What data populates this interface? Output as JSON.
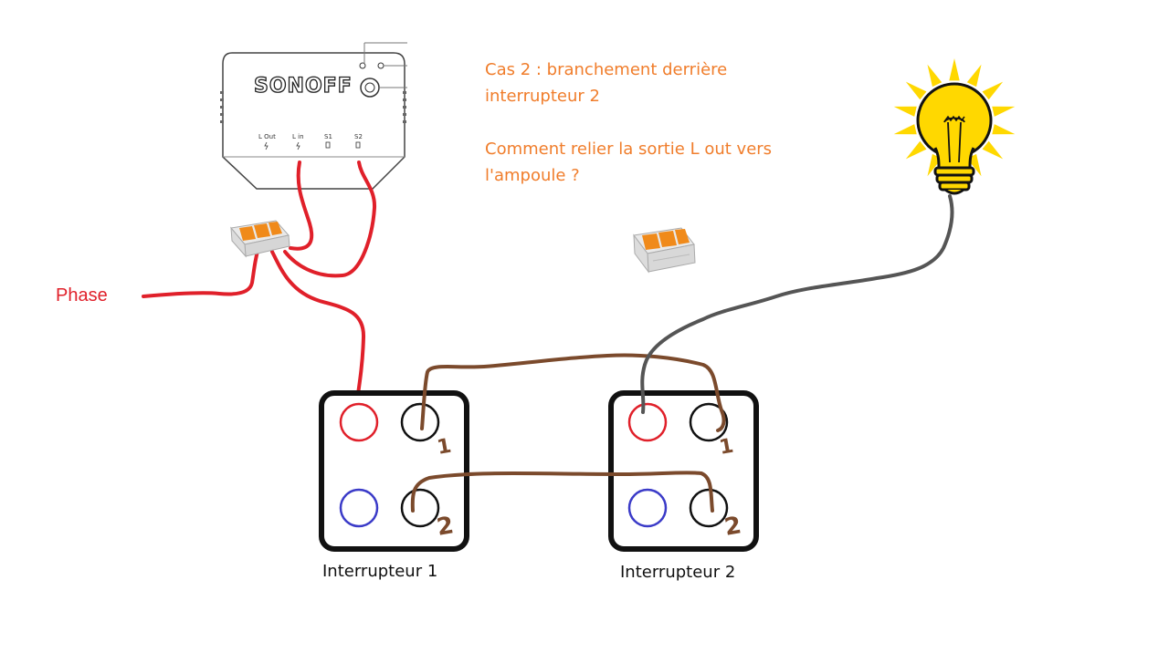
{
  "notes": {
    "line1": "Cas 2 : branchement derrière",
    "line2": "interrupteur 2",
    "line3": "Comment relier la sortie L out vers",
    "line4": "l'ampoule ?"
  },
  "labels": {
    "phase": "Phase",
    "switch1": "Interrupteur 1",
    "switch2": "Interrupteur 2",
    "terminal1": "1",
    "terminal2": "2"
  },
  "sonoff": {
    "logo": "SONOFF",
    "terminals": [
      "L Out",
      "L in",
      "S1",
      "S2"
    ]
  },
  "colors": {
    "note": "#f07d2b",
    "phase_wire": "#e0202a",
    "neutral_circle": "#3b3bc8",
    "traveler_wire": "#7b4a2c",
    "lamp_wire": "#555555",
    "bulb": "#ffd800"
  },
  "icons": [
    "sonoff-module-icon",
    "wago-connector-icon",
    "light-bulb-icon"
  ]
}
